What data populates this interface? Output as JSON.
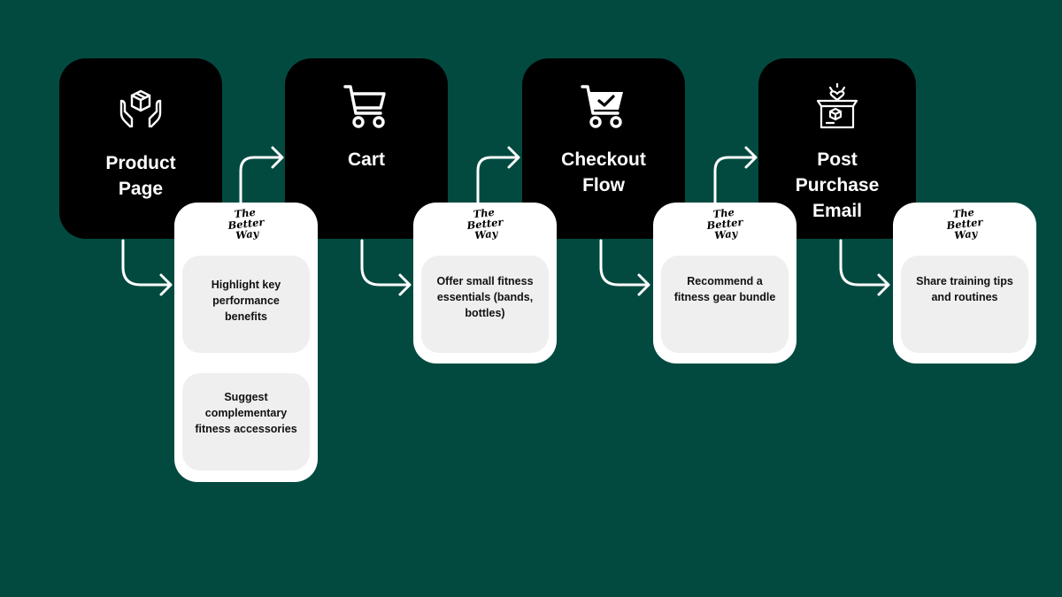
{
  "brand": {
    "logo_text": "The\nBetter\nWay"
  },
  "stages": [
    {
      "label": "Product\nPage",
      "icon": "hands-box-icon"
    },
    {
      "label": "Cart",
      "icon": "cart-icon"
    },
    {
      "label": "Checkout\nFlow",
      "icon": "cart-check-icon"
    },
    {
      "label": "Post\nPurchase\nEmail",
      "icon": "gift-box-heart-icon"
    }
  ],
  "cards": [
    {
      "items": [
        "Highlight key performance benefits",
        "Suggest complementary fitness accessories"
      ]
    },
    {
      "items": [
        "Offer small fitness essentials (bands, bottles)"
      ]
    },
    {
      "items": [
        "Recommend a fitness gear bundle"
      ]
    },
    {
      "items": [
        "Share training tips and routines"
      ]
    }
  ],
  "colors": {
    "background": "#024a40",
    "stage": "#000000",
    "card": "#ffffff",
    "card_inner": "#efefef",
    "arrow": "#ffffff"
  }
}
